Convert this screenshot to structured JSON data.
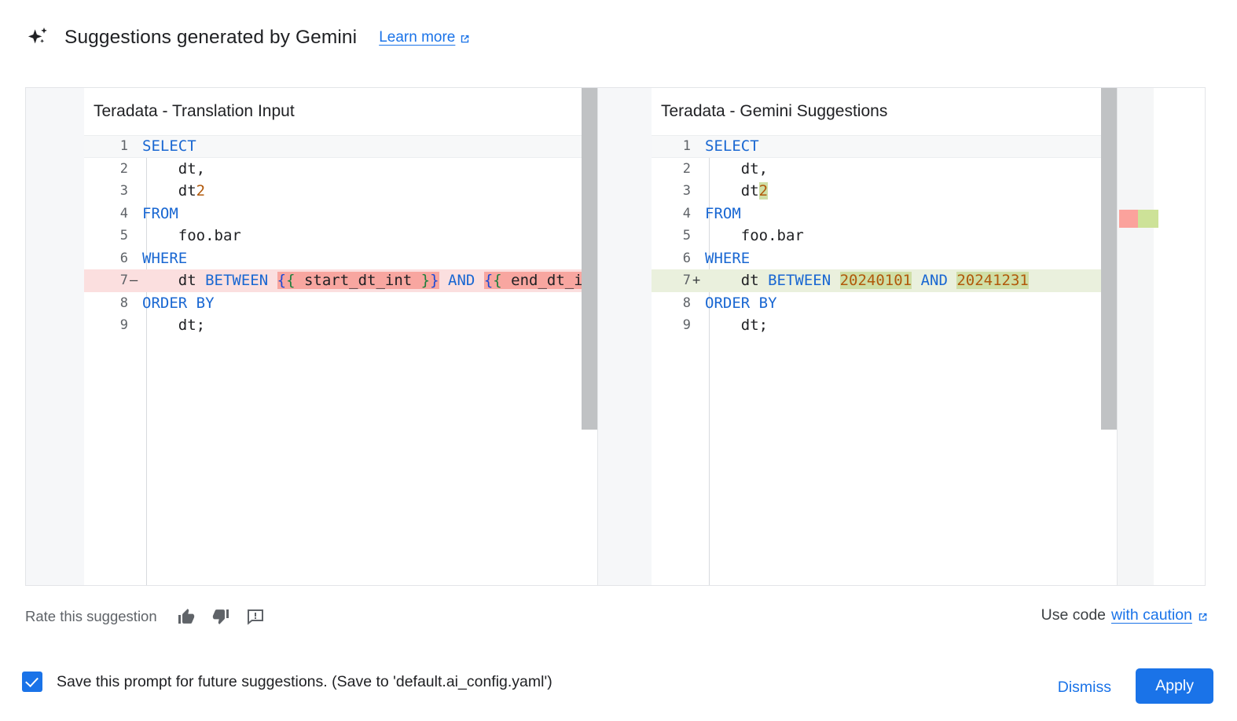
{
  "header": {
    "title": "Suggestions generated by Gemini",
    "learn_more": "Learn more",
    "sparkle_icon": "sparkle-icon",
    "external_link_icon": "external-link-icon"
  },
  "panes": {
    "left": {
      "title": "Teradata - Translation Input",
      "lines": [
        {
          "num": "1",
          "mark": "",
          "state": "current"
        },
        {
          "num": "2",
          "mark": "",
          "state": ""
        },
        {
          "num": "3",
          "mark": "",
          "state": ""
        },
        {
          "num": "4",
          "mark": "",
          "state": ""
        },
        {
          "num": "5",
          "mark": "",
          "state": ""
        },
        {
          "num": "6",
          "mark": "",
          "state": ""
        },
        {
          "num": "7",
          "mark": "—",
          "state": "deleted"
        },
        {
          "num": "8",
          "mark": "",
          "state": ""
        },
        {
          "num": "9",
          "mark": "",
          "state": ""
        }
      ],
      "code": [
        "SELECT",
        "    dt,",
        "    dt2",
        "FROM",
        "    foo.bar",
        "WHERE",
        "    dt BETWEEN {{ start_dt_int }} AND {{ end_dt_int }}",
        "ORDER BY",
        "    dt;"
      ]
    },
    "right": {
      "title": "Teradata - Gemini Suggestions",
      "lines": [
        {
          "num": "1",
          "mark": "",
          "state": "current"
        },
        {
          "num": "2",
          "mark": "",
          "state": ""
        },
        {
          "num": "3",
          "mark": "",
          "state": ""
        },
        {
          "num": "4",
          "mark": "",
          "state": ""
        },
        {
          "num": "5",
          "mark": "",
          "state": ""
        },
        {
          "num": "6",
          "mark": "",
          "state": ""
        },
        {
          "num": "7",
          "mark": "+",
          "state": "added"
        },
        {
          "num": "8",
          "mark": "",
          "state": ""
        },
        {
          "num": "9",
          "mark": "",
          "state": ""
        }
      ],
      "code": [
        "SELECT",
        "    dt,",
        "    dt2",
        "FROM",
        "    foo.bar",
        "WHERE",
        "    dt BETWEEN 20240101 AND 20241231",
        "ORDER BY",
        "    dt;"
      ]
    }
  },
  "rate": {
    "label": "Rate this suggestion",
    "thumb_up_icon": "thumb-up-icon",
    "thumb_down_icon": "thumb-down-icon",
    "report_icon": "report-feedback-icon"
  },
  "caution": {
    "prefix": "Use code",
    "link": "with caution",
    "external_link_icon": "external-link-icon"
  },
  "footer": {
    "save_label": "Save this prompt for future suggestions. (Save to 'default.ai_config.yaml')",
    "checkbox_checked": true,
    "dismiss_label": "Dismiss",
    "apply_label": "Apply"
  },
  "colors": {
    "accent_blue": "#1a73e8",
    "keyword_blue": "#1967d2",
    "number_orange": "#b1590b",
    "diff_delete_bg": "#fbdfdf",
    "diff_delete_hl": "#f8a6a0",
    "diff_add_bg": "#eaf0dd",
    "diff_add_hl": "#cfdfa6",
    "ruler_delete": "#fba29c",
    "ruler_add": "#cde298"
  }
}
